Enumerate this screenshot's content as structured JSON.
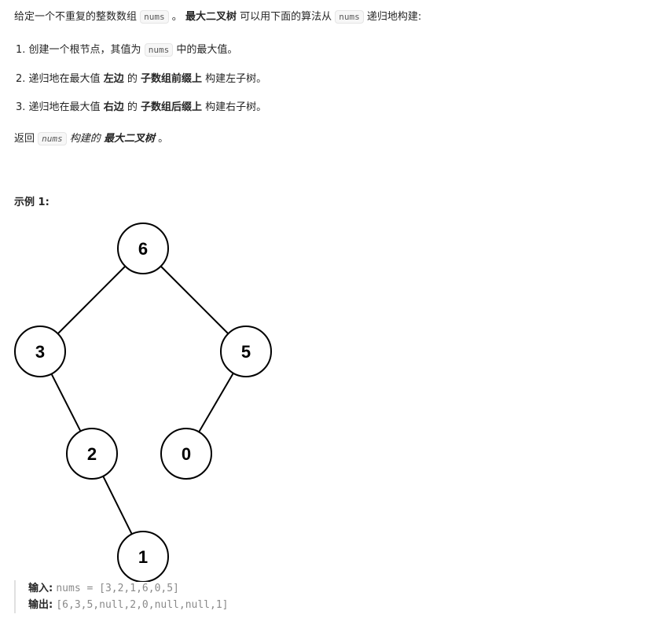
{
  "intro": {
    "p1": "给定一个不重复的整数数组",
    "code1": "nums",
    "p2": "。",
    "bold": "最大二叉树",
    "p3": "可以用下面的算法从",
    "code2": "nums",
    "p4": "递归地构建:"
  },
  "steps": [
    {
      "num": "1.",
      "a": "创建一个根节点，其值为",
      "code": "nums",
      "b": "中的最大值。"
    },
    {
      "num": "2.",
      "a": "递归地在最大值",
      "b1": "左边",
      "c": "的",
      "b2": "子数组前缀上",
      "d": "构建左子树。"
    },
    {
      "num": "3.",
      "a": "递归地在最大值",
      "b1": "右边",
      "c": "的",
      "b2": "子数组后缀上",
      "d": "构建右子树。"
    }
  ],
  "ret": {
    "a": "返回",
    "code": "nums",
    "b": "构建的",
    "bold": "最大二叉树",
    "c": "。"
  },
  "example": {
    "title": "示例 1:",
    "input_label": "输入:",
    "input": "nums = [3,2,1,6,0,5]",
    "output_label": "输出:",
    "output": "[6,3,5,null,2,0,null,null,1]"
  },
  "tree": {
    "nodes": [
      {
        "id": "n6",
        "value": "6"
      },
      {
        "id": "n3",
        "value": "3",
        "parent": "n6"
      },
      {
        "id": "n5",
        "value": "5",
        "parent": "n6"
      },
      {
        "id": "n2",
        "value": "2",
        "parent": "n3"
      },
      {
        "id": "n0",
        "value": "0",
        "parent": "n5"
      },
      {
        "id": "n1",
        "value": "1",
        "parent": "n2"
      }
    ]
  }
}
